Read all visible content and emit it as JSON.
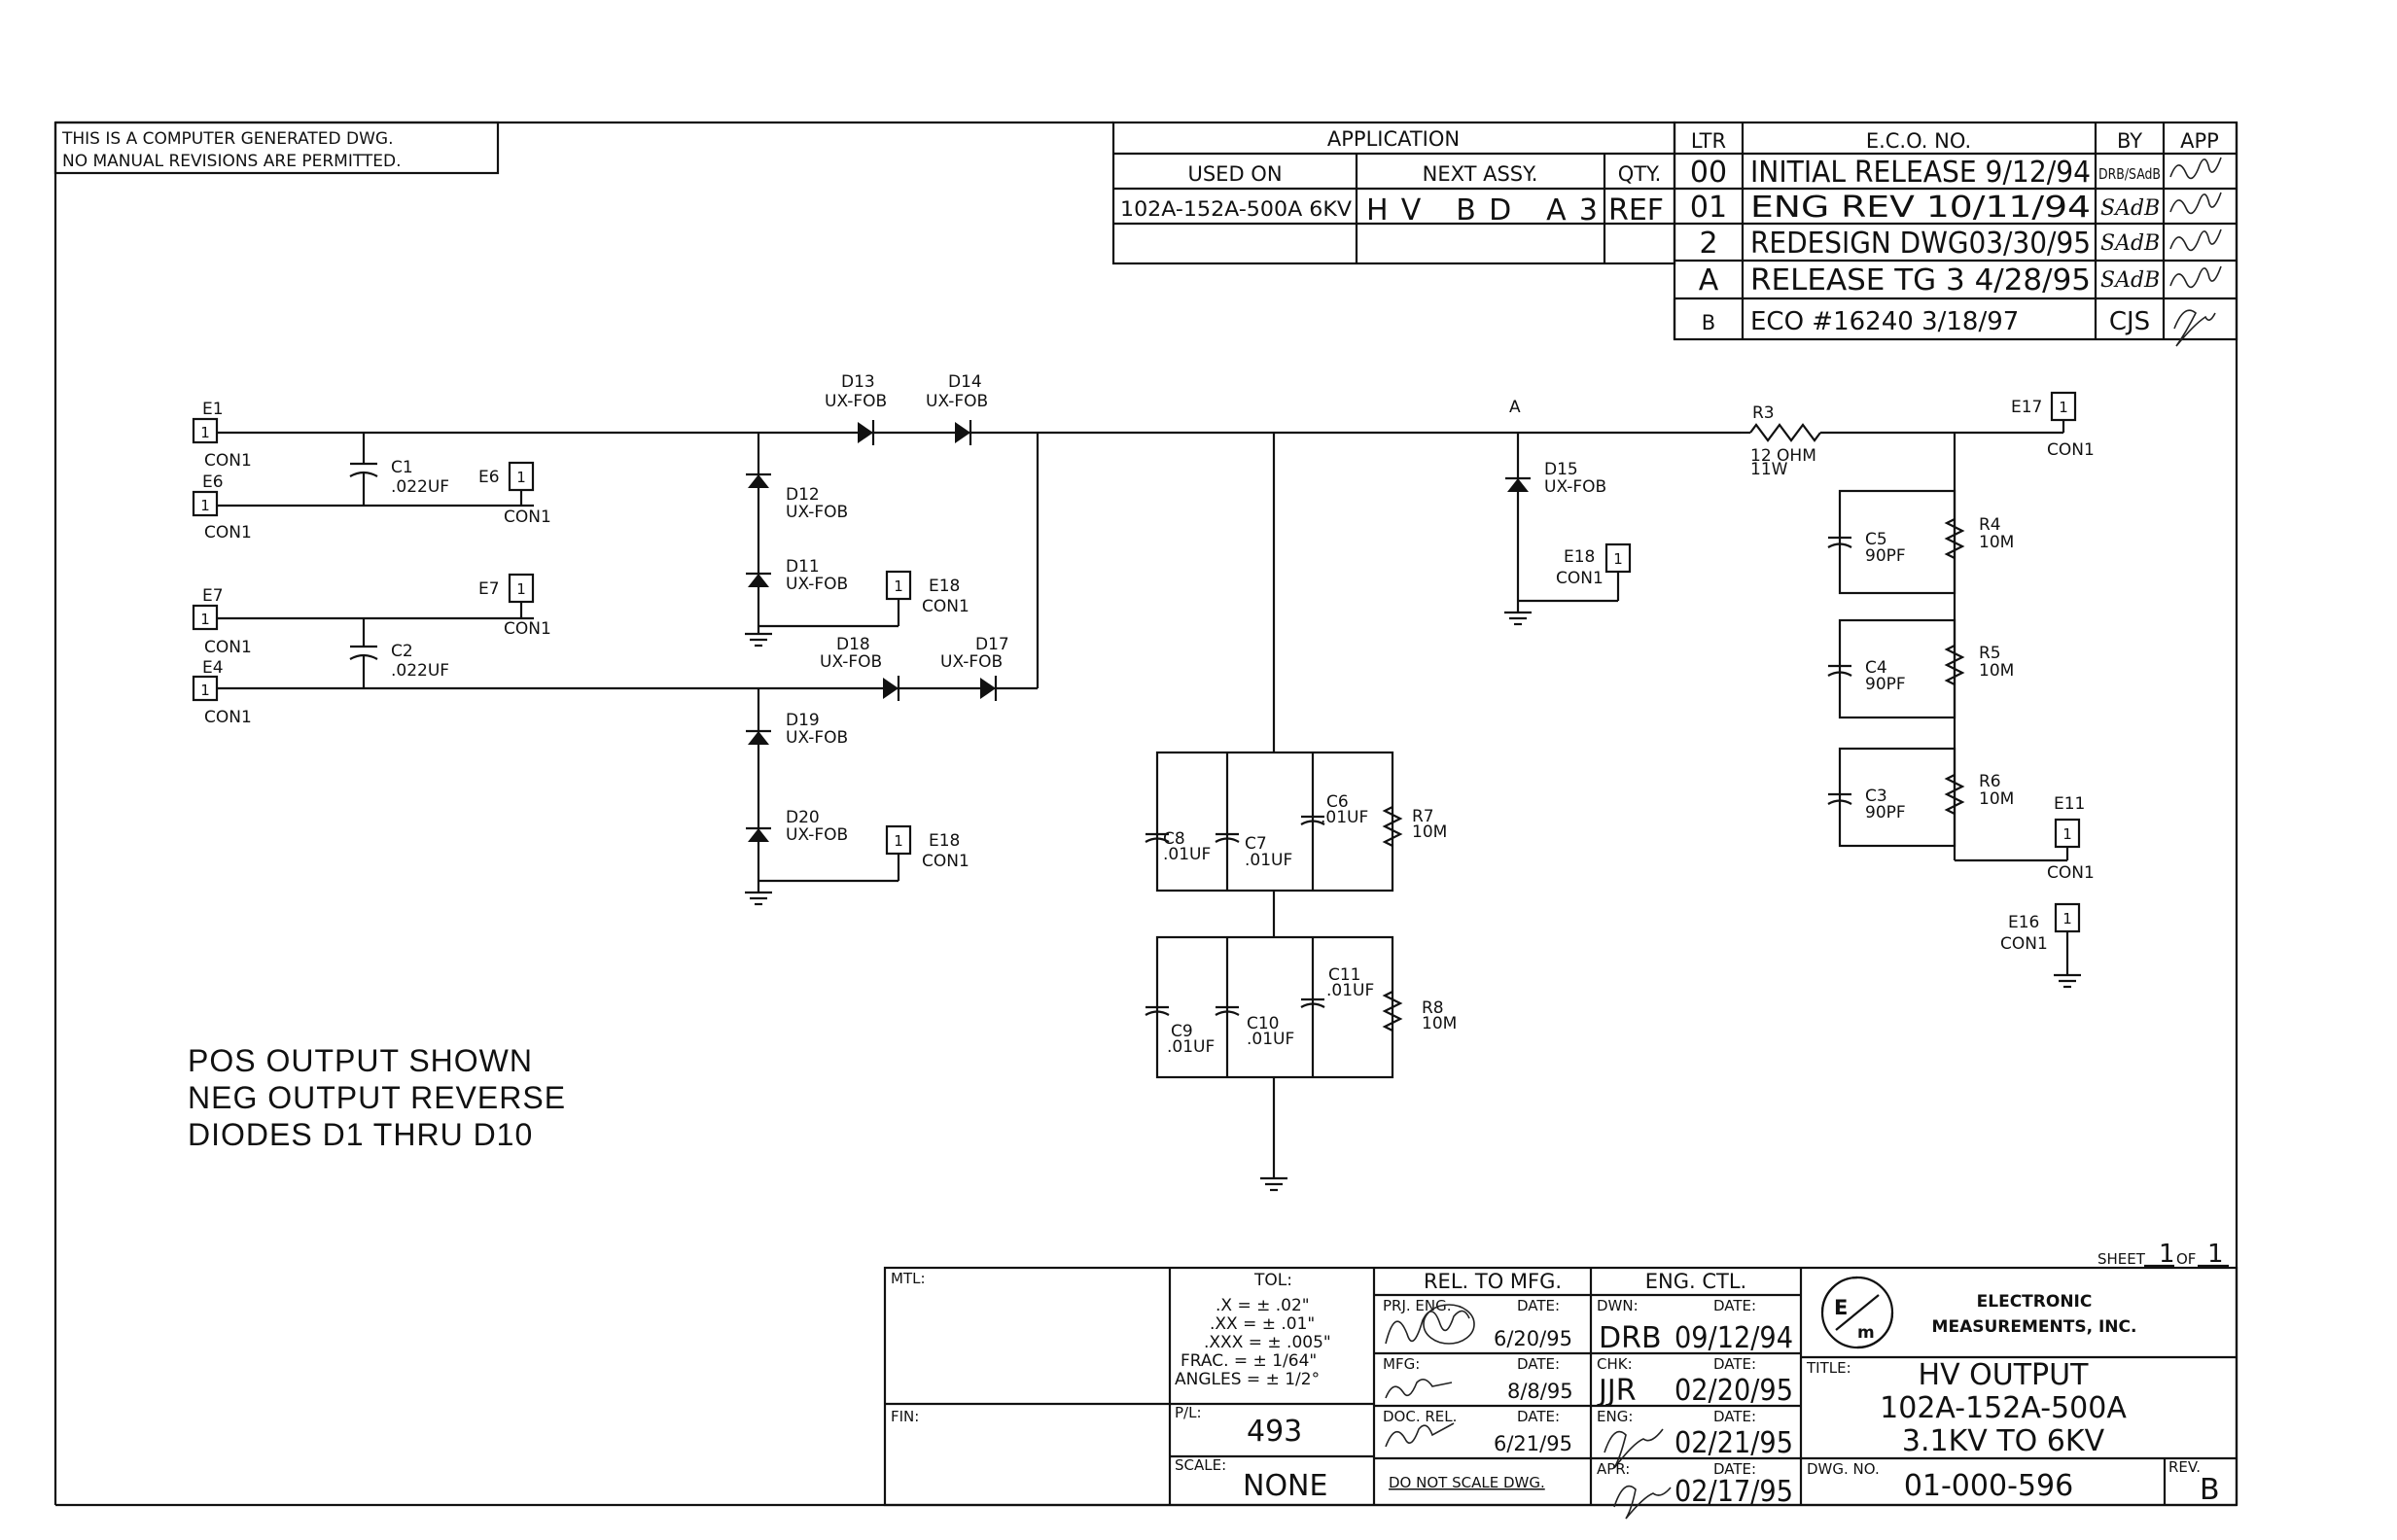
{
  "warning": {
    "line1": "THIS IS A COMPUTER GENERATED DWG.",
    "line2": "NO MANUAL REVISIONS ARE PERMITTED."
  },
  "application": {
    "header": "APPLICATION",
    "col_used_on": "USED ON",
    "col_next_assy": "NEXT ASSY.",
    "col_qty": "QTY.",
    "used_on": "102A-152A-500A 6KV",
    "next_assy": "HV  BD  A3",
    "qty": "REF"
  },
  "revisions": {
    "col_ltr": "LTR",
    "col_eco": "E.C.O. NO.",
    "col_by": "BY",
    "col_app": "APP",
    "rows": [
      {
        "ltr": "00",
        "eco": "INITIAL RELEASE 9/12/94",
        "by": "DRB/SAdB"
      },
      {
        "ltr": "01",
        "eco": "ENG REV 10/11/94",
        "by": "SAdB"
      },
      {
        "ltr": "2",
        "eco": "REDESIGN DWG03/30/95",
        "by": "SAdB"
      },
      {
        "ltr": "A",
        "eco": "RELEASE TG 3 4/28/95",
        "by": "SAdB"
      },
      {
        "ltr": "B",
        "eco": "ECO #16240      3/18/97",
        "by": "CJS"
      }
    ]
  },
  "components": {
    "E1": "E1",
    "E6": "E6",
    "E7": "E7",
    "E4": "E4",
    "E18": "E18",
    "E17": "E17",
    "E11": "E11",
    "E16": "E16",
    "con1": "CON1",
    "pin1": "1",
    "C1": "C1",
    "C1_val": ".022UF",
    "C2": "C2",
    "C2_val": ".022UF",
    "D13": "D13",
    "D14": "D14",
    "D12": "D12",
    "D11": "D11",
    "D18": "D18",
    "D17": "D17",
    "D19": "D19",
    "D20": "D20",
    "D15": "D15",
    "diode_type": "UX-FOB",
    "node_a": "A",
    "R3": "R3",
    "R3_val": "12 OHM",
    "R3_watt": "11W",
    "C5": "C5",
    "C4": "C4",
    "C3": "C3",
    "pf_val": "90PF",
    "R4": "R4",
    "R5": "R5",
    "R6": "R6",
    "R7": "R7",
    "R8": "R8",
    "mohm_val": "10M",
    "C6": "C6",
    "C7": "C7",
    "C8": "C8",
    "C9": "C9",
    "C10": "C10",
    "C11": "C11",
    "uf01_val": ".01UF"
  },
  "notes": {
    "line1": "POS  OUTPUT  SHOWN",
    "line2": "NEG  OUTPUT  REVERSE",
    "line3": "DIODES  D1  THRU  D10"
  },
  "title_block": {
    "sheet_label": "SHEET",
    "sheet_num": "1",
    "of_label": "OF",
    "sheet_total": "1",
    "mtl_label": "MTL:",
    "fin_label": "FIN:",
    "tol_label": "TOL:",
    "tol_x": ".X    =  ± .02\"",
    "tol_xx": ".XX   =  ± .01\"",
    "tol_xxx": ".XXX  =  ± .005\"",
    "tol_frac": "FRAC.  =  ± 1/64\"",
    "tol_angles": "ANGLES  =  ± 1/2°",
    "pl_label": "P/L:",
    "pl_value": "493",
    "scale_label": "SCALE:",
    "scale_value": "NONE",
    "rel_header": "REL. TO MFG.",
    "prj_label": "PRJ. ENG.",
    "date_label": "DATE:",
    "prj_date": "6/20/95",
    "mfg_label": "MFG:",
    "mfg_date": "8/8/95",
    "doc_label": "DOC. REL.",
    "doc_date": "6/21/95",
    "dns": "DO NOT SCALE DWG.",
    "eng_header": "ENG. CTL.",
    "dwn_label": "DWN:",
    "dwn_value": "DRB",
    "dwn_date": "09/12/94",
    "chk_label": "CHK:",
    "chk_value": "JJR",
    "chk_date": "02/20/95",
    "eng_label": "ENG:",
    "eng_date": "02/21/95",
    "apr_label": "APR:",
    "apr_date": "02/17/95",
    "company1": "ELECTRONIC",
    "company2": "MEASUREMENTS, INC.",
    "title_label": "TITLE:",
    "title1": "HV  OUTPUT",
    "title2": "102A-152A-500A",
    "title3": "3.1KV  TO  6KV",
    "dwg_label": "DWG. NO.",
    "dwg_no": "01-000-596",
    "rev_label": "REV.",
    "rev_value": "B"
  }
}
